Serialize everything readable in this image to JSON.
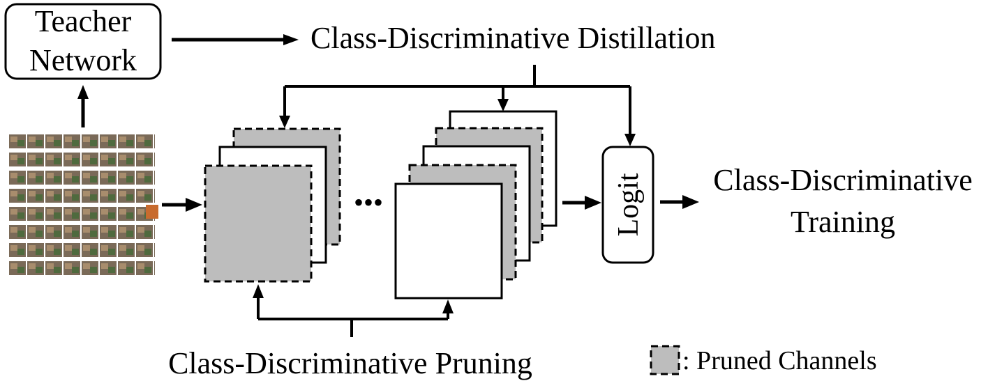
{
  "teacher_box": {
    "line1": "Teacher",
    "line2": "Network"
  },
  "distillation_label": "Class-Discriminative Distillation",
  "logit_label": "Logit",
  "training_label": {
    "line1": "Class-Discriminative",
    "line2": "Training"
  },
  "ellipsis": "•••",
  "pruning_label": "Class-Discriminative Pruning",
  "legend": {
    "label": ": Pruned Channels"
  },
  "colors": {
    "pruned_fill": "#bdbdbd",
    "kept_fill": "#ffffff",
    "line": "#000000"
  }
}
